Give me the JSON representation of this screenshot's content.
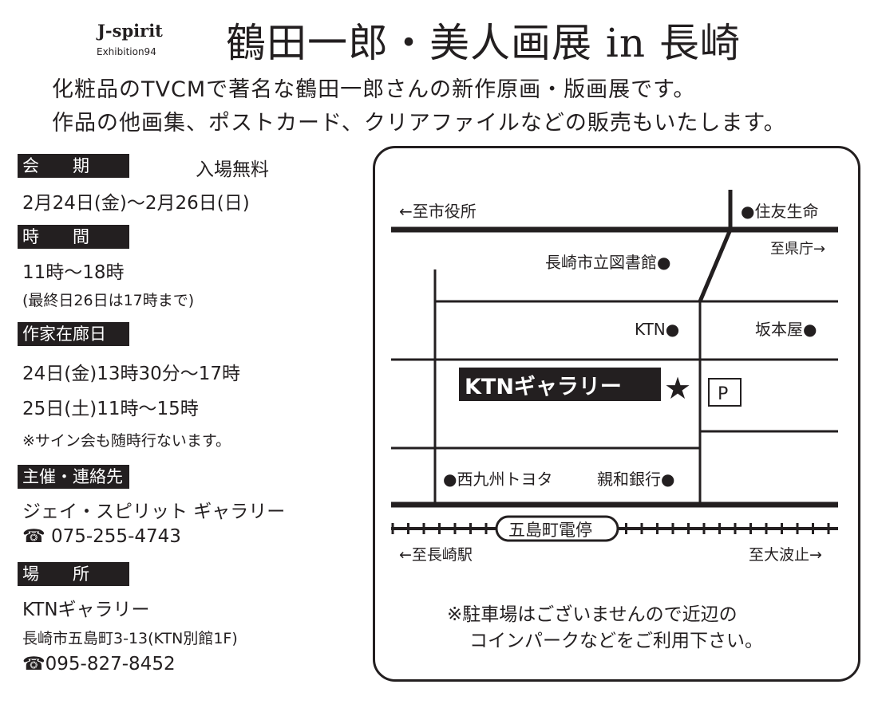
{
  "header": {
    "brand": "J-spirit",
    "subbrand": "Exhibition94",
    "title": "鶴田一郎・美人画展 in 長崎"
  },
  "lead": [
    "化粧品のTVCMで著名な鶴田一郎さんの新作原画・版画展です。",
    "作品の他画集、ポストカード、クリアファイルなどの販売もいたします。"
  ],
  "info": {
    "period_label": "会　　期",
    "admission": "入場無料",
    "period": "2月24日(金)〜2月26日(日)",
    "time_label": "時　　間",
    "time": "11時〜18時",
    "time_note": "(最終日26日は17時まで)",
    "artist_label": "作家在廊日",
    "artist_days": [
      "24日(金)13時30分〜17時",
      "25日(土)11時〜15時"
    ],
    "artist_note": "※サイン会も随時行ないます。",
    "organizer_label": "主催・連絡先",
    "organizer": "ジェイ・スピリット ギャラリー",
    "organizer_phone": "075-255-4743",
    "venue_label": "場　　所",
    "venue": "KTNギャラリー",
    "address": "長崎市五島町3-13(KTN別館1F)",
    "venue_phone": "095-827-8452"
  },
  "map": {
    "to_city_hall": "←至市役所",
    "sumitomo": "●住友生命",
    "to_pref_office": "至県庁→",
    "library": "長崎市立図書館●",
    "ktn": "KTN●",
    "sakamotoya": "坂本屋●",
    "gallery": "KTNギャラリー",
    "parking": "P",
    "toyota": "●西九州トヨタ",
    "shinwa_bank": "親和銀行●",
    "tram_stop": "五島町電停",
    "to_station": "←至長崎駅",
    "to_ohato": "至大波止→",
    "note": [
      "※駐車場はございませんので近辺の",
      "コインパークなどをご利用下さい。"
    ]
  }
}
